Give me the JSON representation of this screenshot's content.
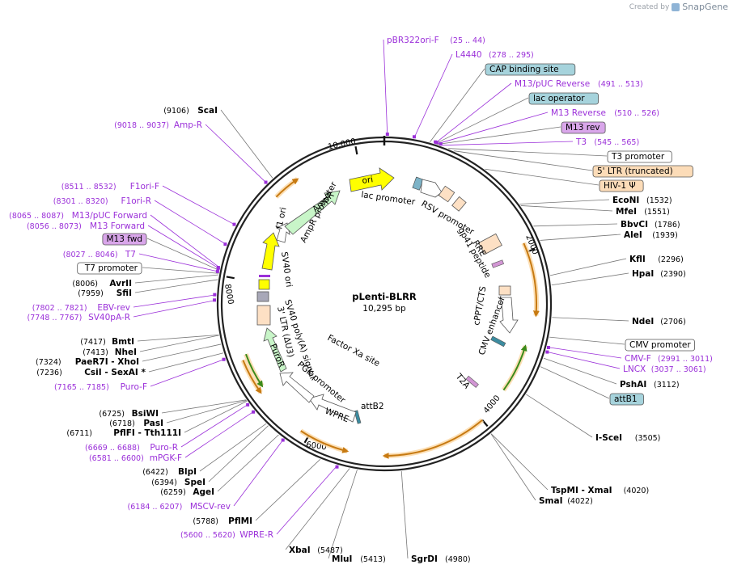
{
  "credit": {
    "prefix": "Created by",
    "brand": "SnapGene"
  },
  "plasmid": {
    "name": "pLenti-BLRR",
    "length": "10,295 bp"
  },
  "ticks": [
    "10,000",
    "2000",
    "4000",
    "6000",
    "8000"
  ],
  "features": [
    {
      "label": "ori"
    },
    {
      "label": "lac promoter"
    },
    {
      "label": "RSV promoter"
    },
    {
      "label": "RRE"
    },
    {
      "label": "gp41 peptide"
    },
    {
      "label": "cPPT/CTS"
    },
    {
      "label": "CMV enhancer"
    },
    {
      "label": "T2A"
    },
    {
      "label": "attB2"
    },
    {
      "label": "WPRE"
    },
    {
      "label": "PGK promoter"
    },
    {
      "label": "PuroR"
    },
    {
      "label": "Factor Xa site"
    },
    {
      "label": "SV40 poly(A) signal"
    },
    {
      "label": "3' LTR (ΔU3)"
    },
    {
      "label": "SV40 ori"
    },
    {
      "label": "f1 ori"
    },
    {
      "label": "AmpR promoter"
    },
    {
      "label": "AmpR"
    }
  ],
  "right_labels": [
    {
      "name": "pBR322ori-F",
      "pos": "(25 .. 44)",
      "kind": "primer"
    },
    {
      "name": "L4440",
      "pos": "(278 .. 295)",
      "kind": "primer"
    },
    {
      "name": "CAP binding site",
      "pos": "",
      "kind": "box-blue"
    },
    {
      "name": "M13/pUC Reverse",
      "pos": "(491 .. 513)",
      "kind": "primer"
    },
    {
      "name": "lac operator",
      "pos": "",
      "kind": "box-blue"
    },
    {
      "name": "M13 Reverse",
      "pos": "(510 .. 526)",
      "kind": "primer"
    },
    {
      "name": "M13 rev",
      "pos": "",
      "kind": "box-purple"
    },
    {
      "name": "T3",
      "pos": "(545 .. 565)",
      "kind": "primer"
    },
    {
      "name": "T3 promoter",
      "pos": "",
      "kind": "box-white"
    },
    {
      "name": "5' LTR (truncated)",
      "pos": "",
      "kind": "box-orange"
    },
    {
      "name": "HIV-1 Ψ",
      "pos": "",
      "kind": "box-orange"
    },
    {
      "name": "EcoNI",
      "pos": "(1532)",
      "kind": "enzyme"
    },
    {
      "name": "MfeI",
      "pos": "(1551)",
      "kind": "enzyme"
    },
    {
      "name": "BbvCI",
      "pos": "(1786)",
      "kind": "enzyme"
    },
    {
      "name": "AleI",
      "pos": "(1939)",
      "kind": "enzyme"
    },
    {
      "name": "KflI",
      "pos": "(2296)",
      "kind": "enzyme"
    },
    {
      "name": "HpaI",
      "pos": "(2390)",
      "kind": "enzyme"
    },
    {
      "name": "NdeI",
      "pos": "(2706)",
      "kind": "enzyme"
    },
    {
      "name": "CMV promoter",
      "pos": "",
      "kind": "box-white"
    },
    {
      "name": "CMV-F",
      "pos": "(2991 .. 3011)",
      "kind": "primer"
    },
    {
      "name": "LNCX",
      "pos": "(3037 .. 3061)",
      "kind": "primer"
    },
    {
      "name": "PshAI",
      "pos": "(3112)",
      "kind": "enzyme"
    },
    {
      "name": "attB1",
      "pos": "",
      "kind": "box-blue"
    },
    {
      "name": "I-SceI",
      "pos": "(3505)",
      "kind": "enzyme"
    },
    {
      "name": "TspMI - XmaI",
      "pos": "(4020)",
      "kind": "enzyme"
    },
    {
      "name": "SmaI",
      "pos": "(4022)",
      "kind": "enzyme"
    }
  ],
  "bottom_labels": [
    {
      "name": "SgrDI",
      "pos": "(4980)",
      "kind": "enzyme"
    },
    {
      "name": "MluI",
      "pos": "(5413)",
      "kind": "enzyme"
    },
    {
      "name": "XbaI",
      "pos": "(5487)",
      "kind": "enzyme"
    }
  ],
  "left_labels": [
    {
      "name": "ScaI",
      "pos": "(9106)",
      "kind": "enzyme"
    },
    {
      "name": "Amp-R",
      "pos": "(9018 .. 9037)",
      "kind": "primer"
    },
    {
      "name": "F1ori-F",
      "pos": "(8511 .. 8532)",
      "kind": "primer"
    },
    {
      "name": "F1ori-R",
      "pos": "(8301 .. 8320)",
      "kind": "primer"
    },
    {
      "name": "M13/pUC Forward",
      "pos": "(8065 .. 8087)",
      "kind": "primer"
    },
    {
      "name": "M13 Forward",
      "pos": "(8056 .. 8073)",
      "kind": "primer"
    },
    {
      "name": "M13 fwd",
      "pos": "",
      "kind": "box-purple"
    },
    {
      "name": "T7",
      "pos": "(8027 .. 8046)",
      "kind": "primer"
    },
    {
      "name": "T7 promoter",
      "pos": "",
      "kind": "box-white"
    },
    {
      "name": "AvrII",
      "pos": "(8006)",
      "kind": "enzyme"
    },
    {
      "name": "SfiI",
      "pos": "(7959)",
      "kind": "enzyme"
    },
    {
      "name": "EBV-rev",
      "pos": "(7802 .. 7821)",
      "kind": "primer"
    },
    {
      "name": "SV40pA-R",
      "pos": "(7748 .. 7767)",
      "kind": "primer"
    },
    {
      "name": "BmtI",
      "pos": "(7417)",
      "kind": "enzyme"
    },
    {
      "name": "NheI",
      "pos": "(7413)",
      "kind": "enzyme"
    },
    {
      "name": "PaeR7I - XhoI",
      "pos": "(7324)",
      "kind": "enzyme"
    },
    {
      "name": "CsiI - SexAI *",
      "pos": "(7236)",
      "kind": "enzyme"
    },
    {
      "name": "Puro-F",
      "pos": "(7165 .. 7185)",
      "kind": "primer"
    },
    {
      "name": "BsiWI",
      "pos": "(6725)",
      "kind": "enzyme"
    },
    {
      "name": "PasI",
      "pos": "(6718)",
      "kind": "enzyme"
    },
    {
      "name": "PflFI - Tth111I",
      "pos": "(6711)",
      "kind": "enzyme"
    },
    {
      "name": "Puro-R",
      "pos": "(6669 .. 6688)",
      "kind": "primer"
    },
    {
      "name": "mPGK-F",
      "pos": "(6581 .. 6600)",
      "kind": "primer"
    },
    {
      "name": "BlpI",
      "pos": "(6422)",
      "kind": "enzyme"
    },
    {
      "name": "SpeI",
      "pos": "(6394)",
      "kind": "enzyme"
    },
    {
      "name": "AgeI",
      "pos": "(6259)",
      "kind": "enzyme"
    },
    {
      "name": "MSCV-rev",
      "pos": "(6184 .. 6207)",
      "kind": "primer"
    },
    {
      "name": "PflMI",
      "pos": "(5788)",
      "kind": "enzyme"
    },
    {
      "name": "WPRE-R",
      "pos": "(5600 .. 5620)",
      "kind": "primer"
    }
  ],
  "colors": {
    "primer": "#9b30d9",
    "box_blue": "#a6d3dc",
    "box_purple": "#d9a6ea",
    "box_orange": "#fcdcb8",
    "feature_orange": "#f0a83c",
    "feature_green": "#c8f5c8",
    "feature_yellow": "#ffff00",
    "feature_peach": "#fde0c4",
    "leader": "#777777"
  }
}
